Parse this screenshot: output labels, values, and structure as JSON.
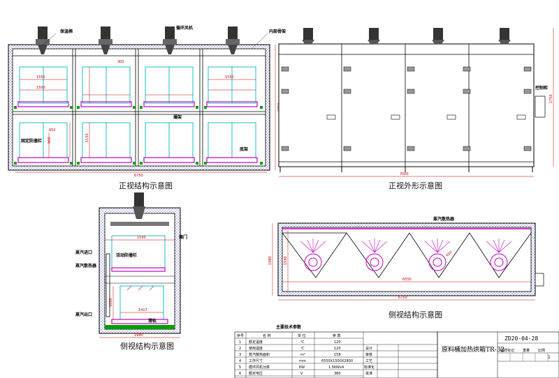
{
  "labels": {
    "insulation": "保温棉",
    "circ_fan": "循环风机",
    "inner_frame": "内部骨架",
    "bracket": "撮架",
    "fixed_guard": "固定防撞栏",
    "base_frame": "底架",
    "control_cabinet": "控制柜",
    "steam_radiator_side": "蒸汽散热器",
    "steam_inlet": "蒸汽进口",
    "steam_radiator": "蒸汽散热器",
    "steam_outlet": "蒸汽出口",
    "movable_guard": "活动防撞栏",
    "box_door": "箱门",
    "slide_rail": "滑轨",
    "front_view_caption": "正视结构示意图",
    "outline_caption": "正视外形示意图",
    "side_view_caption": "侧视结构示意图",
    "side_view2_caption": "侧视结构示意图"
  },
  "dims": {
    "d1550a": "1550",
    "d1500a": "1500",
    "d300": "300",
    "d1550b": "1550",
    "d1150": "1150",
    "d900": "900",
    "d650": "650",
    "width_front": "6750",
    "height_front": "2700",
    "width_outline": "7000",
    "height_outline": "1750",
    "side_top": "1500",
    "side_mid": "1417",
    "side_width": "1980",
    "side_h": "1000",
    "sv2_width": "6750",
    "sv2_inner": "6550",
    "sv2_h1": "1980",
    "sv2_h2": "1590",
    "sv2_angle": "650"
  },
  "table": {
    "title": "主要技术参数",
    "headers": [
      "序号",
      "名 称",
      "单 位",
      "参 数"
    ],
    "rows": [
      [
        "1",
        "额定温度",
        "℃",
        "120"
      ],
      [
        "2",
        "使用温度",
        "℃",
        "120"
      ],
      [
        "3",
        "蒸汽散热面积",
        "m²",
        "158"
      ],
      [
        "4",
        "工作尺寸",
        "mm",
        "6550X1500X2800"
      ],
      [
        "5",
        "循环风机功率",
        "KW",
        "1.5KWx4"
      ],
      [
        "6",
        "额定电压",
        "V",
        "380"
      ]
    ]
  },
  "titleblock": {
    "code": "ZD20-04-28",
    "product": "原料桶加热烘箱TR-32",
    "scale": "1",
    "small": [
      "设计",
      "审核",
      "工艺",
      "标准化",
      "批准",
      "比例",
      "图样标记",
      "重量"
    ]
  },
  "colors": {
    "line": "#000000",
    "cyan": "#00b8c8",
    "magenta": "#c000c0",
    "green": "#00a000",
    "blue": "#0000c8",
    "insulation": "#6060c0",
    "dim": "#c00000"
  }
}
